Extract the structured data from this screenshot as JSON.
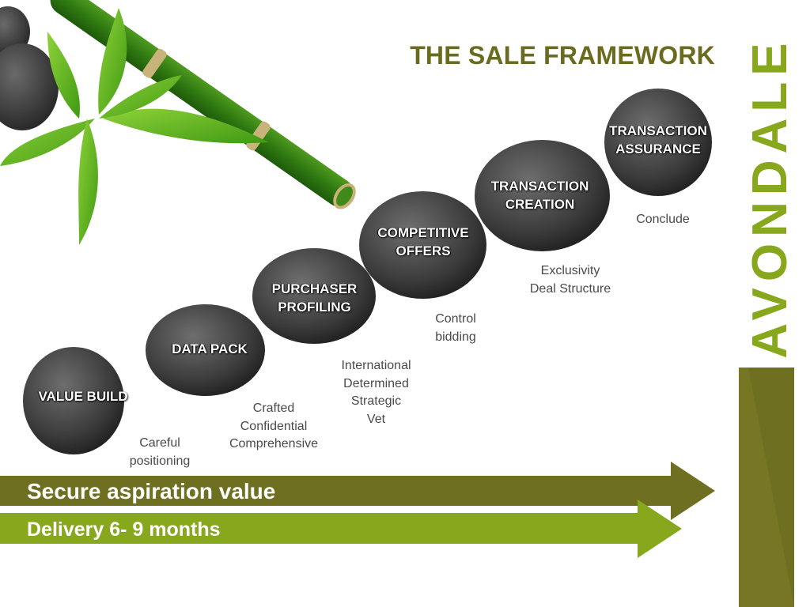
{
  "slide": {
    "title": "THE SALE FRAMEWORK",
    "brand": "AVONDALE",
    "colors": {
      "olive": "#6f6f22",
      "lime": "#87a81c",
      "stone": "#3c3c3c",
      "text_gray": "#4a4a4a"
    }
  },
  "steps": [
    {
      "label_lines": [
        "VALUE BUILD"
      ],
      "desc_lines": [
        "Careful",
        "positioning"
      ]
    },
    {
      "label_lines": [
        "DATA PACK"
      ],
      "desc_lines": [
        "Crafted",
        "Confidential",
        "Comprehensive"
      ]
    },
    {
      "label_lines": [
        "PURCHASER",
        "PROFILING"
      ],
      "desc_lines": [
        "International",
        "Determined",
        "Strategic",
        "Vet"
      ]
    },
    {
      "label_lines": [
        "COMPETITIVE",
        "OFFERS"
      ],
      "desc_lines": [
        "Control",
        "bidding"
      ]
    },
    {
      "label_lines": [
        "TRANSACTION",
        "CREATION"
      ],
      "desc_lines": [
        "Exclusivity",
        "Deal Structure"
      ]
    },
    {
      "label_lines": [
        "TRANSACTION",
        "ASSURANCE"
      ],
      "desc_lines": [
        "Conclude"
      ]
    }
  ],
  "arrows": {
    "top": "Secure aspiration value",
    "bottom": "Delivery 6- 9 months"
  }
}
